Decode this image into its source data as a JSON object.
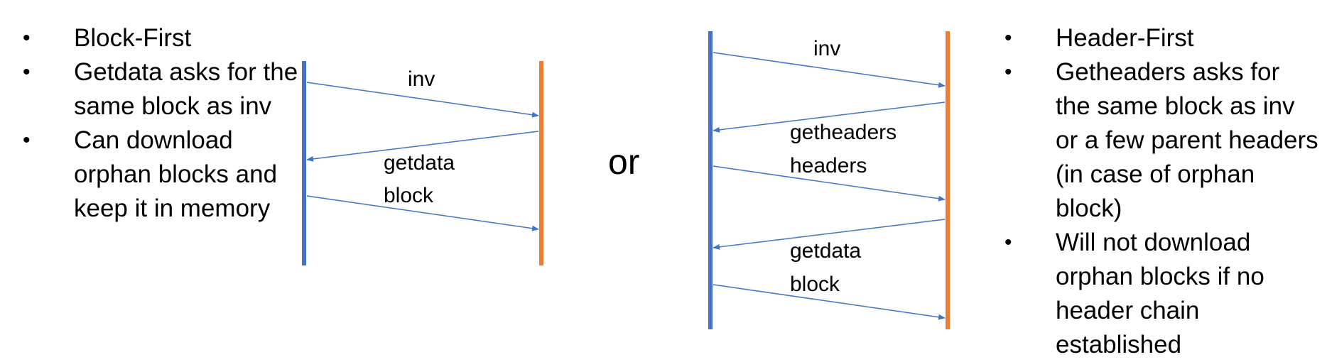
{
  "left": {
    "bullets": [
      "Block-First",
      "Getdata asks for the same block as inv",
      "Can download orphan blocks and keep it in memory"
    ],
    "messages": [
      "inv",
      "getdata",
      "block"
    ]
  },
  "or_label": "or",
  "right": {
    "bullets": [
      "Header-First",
      "Getheaders asks for the same block as inv or a few parent headers (in case of orphan block)",
      "Will not download orphan blocks if no header chain established"
    ],
    "messages": [
      "inv",
      "getheaders",
      "headers",
      "getdata",
      "block"
    ]
  },
  "colors": {
    "node_a": "#4472C4",
    "node_b": "#ED7D31",
    "arrow": "#4472C4"
  }
}
